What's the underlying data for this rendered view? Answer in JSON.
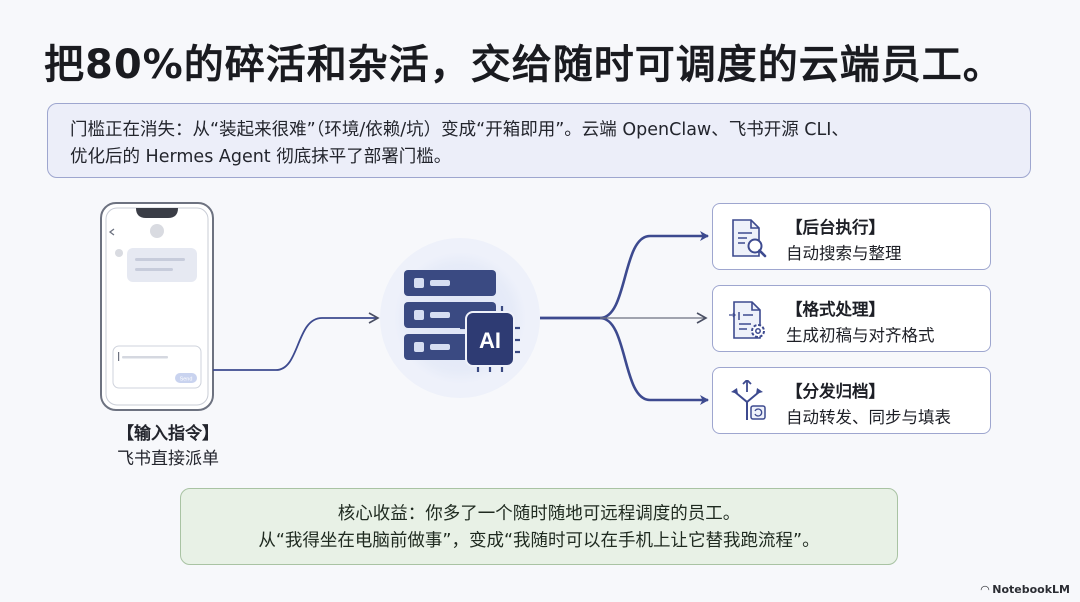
{
  "title": "把80%的碎活和杂活，交给随时可调度的云端员工。",
  "intro": {
    "line1": "门槛正在消失：从“装起来很难”（环境/依赖/坑）变成“开箱即用”。云端 OpenClaw、飞书开源 CLI、",
    "line2": "优化后的 Hermes Agent 彻底抹平了部署门槛。"
  },
  "phone": {
    "input_button": "Send",
    "caption_title": "【输入指令】",
    "caption_desc": "飞书直接派单"
  },
  "server": {
    "chip_label": "AI"
  },
  "tasks": [
    {
      "icon": "document-search-icon",
      "title": "【后台执行】",
      "desc": "自动搜索与整理"
    },
    {
      "icon": "document-gear-icon",
      "title": "【格式处理】",
      "desc": "生成初稿与对齐格式"
    },
    {
      "icon": "split-arrows-sync-icon",
      "title": "【分发归档】",
      "desc": "自动转发、同步与填表"
    }
  ],
  "benefit": {
    "line1": "核心收益：你多了一个随时随地可远程调度的员工。",
    "line2": "从“我得坐在电脑前做事”，变成“我随时可以在手机上让它替我跑流程”。"
  },
  "brand": "NotebookLM",
  "colors": {
    "accent_navy": "#2f3a73",
    "arrow_blue": "#3d4a8f",
    "card_border": "#9ea6cf",
    "intro_bg": "#eceef9",
    "benefit_bg": "#e8f1e6",
    "server_bg": "#dfe6f6"
  }
}
